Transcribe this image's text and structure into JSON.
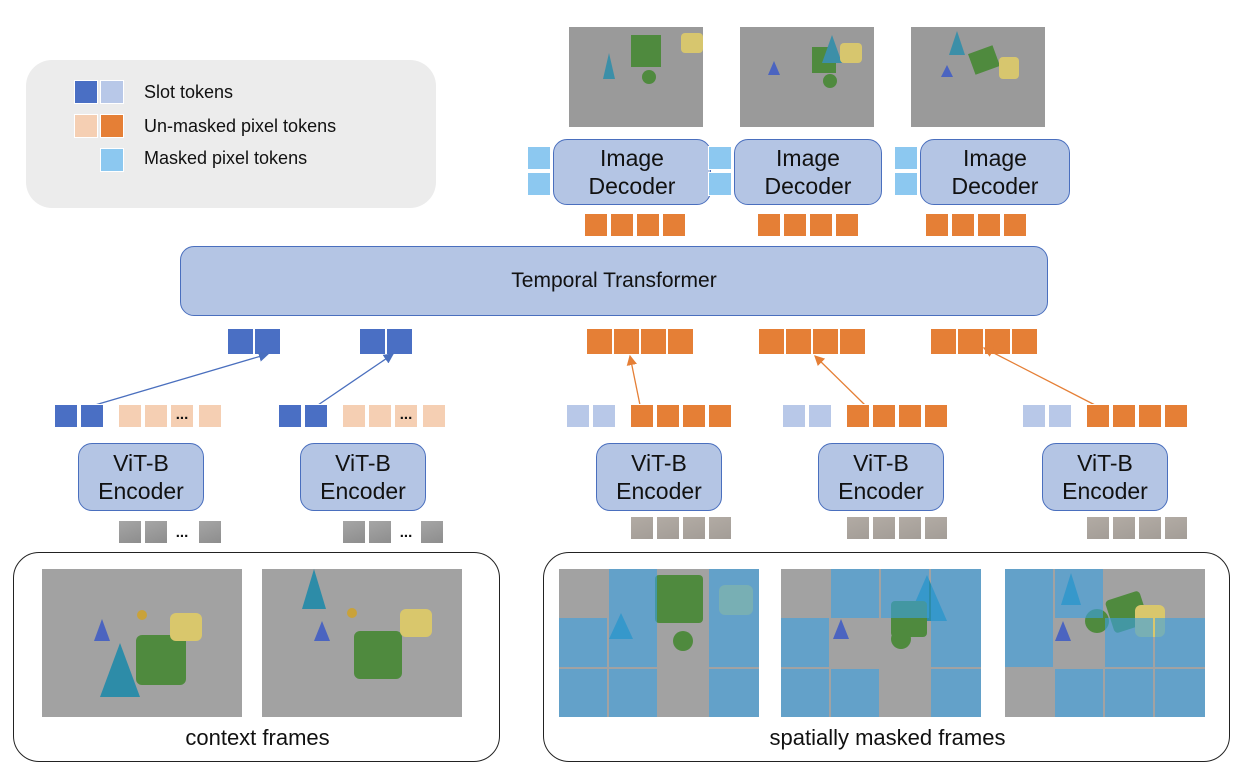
{
  "legend": {
    "slot_tokens": "Slot tokens",
    "unmasked_pixel_tokens": "Un-masked pixel tokens",
    "masked_pixel_tokens": "Masked pixel tokens"
  },
  "temporal_transformer": "Temporal Transformer",
  "image_decoder": {
    "line1": "Image",
    "line2": "Decoder"
  },
  "vit_encoder": {
    "line1": "ViT-B",
    "line2": "Encoder"
  },
  "ellipsis": "...",
  "captions": {
    "context": "context frames",
    "masked": "spatially masked frames"
  },
  "colors": {
    "slot_dark": "#4a6fc4",
    "slot_light": "#b8c8e8",
    "pixel_unmasked_light": "#f5cfb3",
    "pixel_unmasked_dark": "#e57f36",
    "pixel_masked": "#8cc8f0",
    "box_fill": "#b4c5e4",
    "box_border": "#4a6fbe"
  }
}
